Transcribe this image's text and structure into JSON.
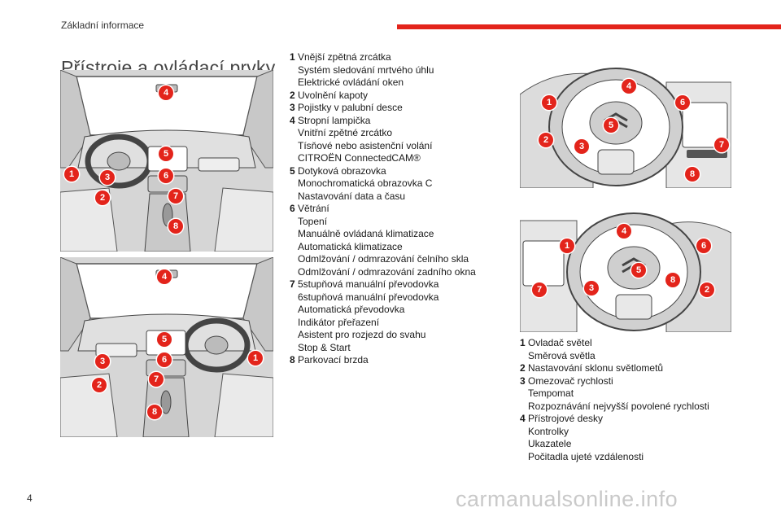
{
  "header": {
    "section": "Základní informace"
  },
  "title": "Přístroje a ovládací prvky",
  "page_number": "4",
  "watermark": "carmanualsonline.info",
  "colors": {
    "accent": "#e3241b",
    "figure_bg": "#d6d6d6"
  },
  "figures": {
    "lhd": {
      "markers": [
        "1",
        "2",
        "3",
        "4",
        "5",
        "6",
        "7",
        "8"
      ]
    },
    "rhd": {
      "markers": [
        "1",
        "2",
        "3",
        "4",
        "5",
        "6",
        "7",
        "8"
      ]
    },
    "wheel_lhd": {
      "markers": [
        "1",
        "2",
        "3",
        "4",
        "5",
        "6",
        "7",
        "8"
      ]
    },
    "wheel_rhd": {
      "markers": [
        "1",
        "2",
        "3",
        "4",
        "5",
        "6",
        "7",
        "8"
      ]
    }
  },
  "list_left": [
    {
      "num": "1",
      "lines": [
        "Vnější zpětná zrcátka",
        "Systém sledování mrtvého úhlu",
        "Elektrické ovládání oken"
      ]
    },
    {
      "num": "2",
      "lines": [
        "Uvolnění kapoty"
      ]
    },
    {
      "num": "3",
      "lines": [
        "Pojistky v palubní desce"
      ]
    },
    {
      "num": "4",
      "lines": [
        "Stropní lampička",
        "Vnitřní zpětné zrcátko",
        "Tísňové nebo asistenční volání",
        "CITROËN ConnectedCAM®"
      ]
    },
    {
      "num": "5",
      "lines": [
        "Dotyková obrazovka",
        "Monochromatická obrazovka C",
        "Nastavování data a času"
      ]
    },
    {
      "num": "6",
      "lines": [
        "Větrání",
        "Topení",
        "Manuálně ovládaná klimatizace",
        "Automatická klimatizace",
        "Odmlžování / odmrazování čelního skla",
        "Odmlžování / odmrazování zadního okna"
      ]
    },
    {
      "num": "7",
      "lines": [
        "5stupňová manuální převodovka",
        "6stupňová manuální převodovka",
        "Automatická převodovka",
        "Indikátor přeřazení",
        "Asistent pro rozjezd do svahu",
        "Stop & Start"
      ]
    },
    {
      "num": "8",
      "lines": [
        "Parkovací brzda"
      ]
    }
  ],
  "list_right": [
    {
      "num": "1",
      "lines": [
        "Ovladač světel",
        "Směrová světla"
      ]
    },
    {
      "num": "2",
      "lines": [
        "Nastavování sklonu světlometů"
      ]
    },
    {
      "num": "3",
      "lines": [
        "Omezovač rychlosti",
        "Tempomat",
        "Rozpoznávání nejvyšší povolené rychlosti"
      ]
    },
    {
      "num": "4",
      "lines": [
        "Přístrojové desky",
        "Kontrolky",
        "Ukazatele",
        "Počitadla ujeté vzdálenosti"
      ]
    }
  ]
}
